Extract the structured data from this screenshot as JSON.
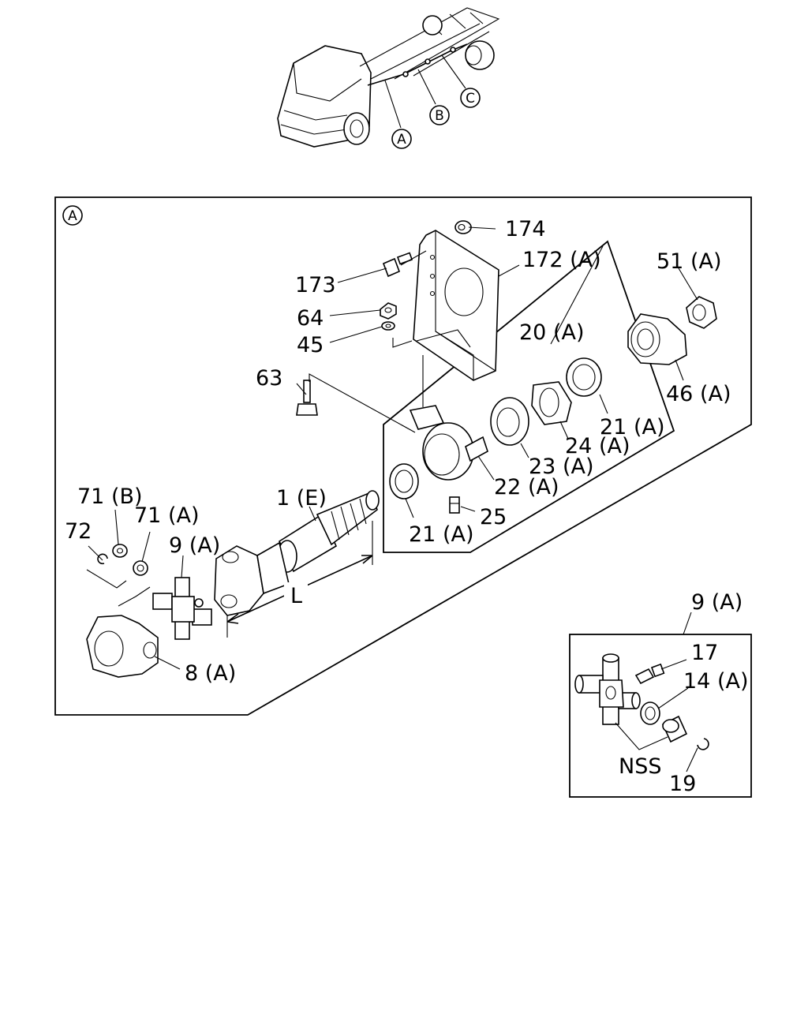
{
  "overview": {
    "callout_a": "A",
    "callout_b": "B",
    "callout_c": "C"
  },
  "main_panel": {
    "section_marker": "A",
    "dimension_label": "L",
    "parts": {
      "p174": "174",
      "p173": "173",
      "p172a": "172 (A)",
      "p64": "64",
      "p45": "45",
      "p63": "63",
      "p20a": "20 (A)",
      "p51a": "51 (A)",
      "p46a": "46 (A)",
      "p21a_right": "21 (A)",
      "p24a": "24 (A)",
      "p23a": "23 (A)",
      "p22a": "22 (A)",
      "p25": "25",
      "p21a_left": "21 (A)",
      "p1e": "1 (E)",
      "p71b": "71 (B)",
      "p71a": "71 (A)",
      "p72": "72",
      "p9a": "9 (A)",
      "p8a": "8 (A)"
    }
  },
  "detail_panel": {
    "title": "9 (A)",
    "parts": {
      "p17": "17",
      "p14a": "14 (A)",
      "nss": "NSS",
      "p19": "19"
    }
  }
}
